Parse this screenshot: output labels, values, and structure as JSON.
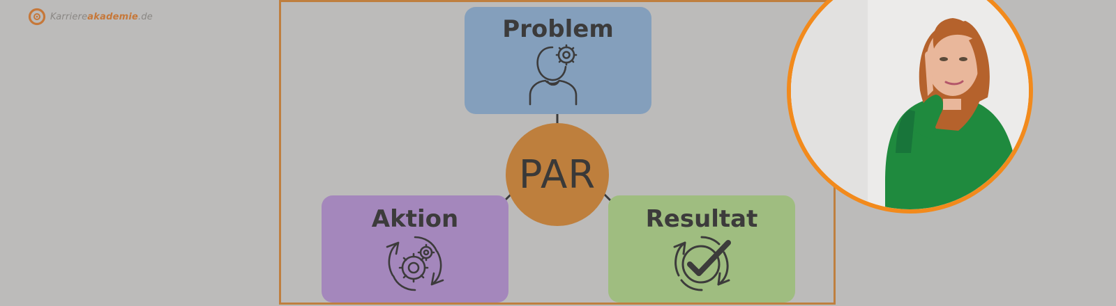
{
  "logo": {
    "brand_prefix": "Karriere",
    "brand_accent": "akademie",
    "brand_suffix": ".de"
  },
  "diagram": {
    "hub_label": "PAR",
    "problem": {
      "title": "Problem",
      "icon": "person-gear-icon",
      "color": "#849fbc"
    },
    "aktion": {
      "title": "Aktion",
      "icon": "gear-cycle-icon",
      "color": "#a487bc"
    },
    "resultat": {
      "title": "Resultat",
      "icon": "check-cycle-icon",
      "color": "#9fbd80"
    },
    "hub_color": "#be7f3d",
    "frame_color": "#bf7f3f"
  },
  "portrait": {
    "icon": "woman-thinking-photo",
    "ring_color": "#f28a1c"
  }
}
